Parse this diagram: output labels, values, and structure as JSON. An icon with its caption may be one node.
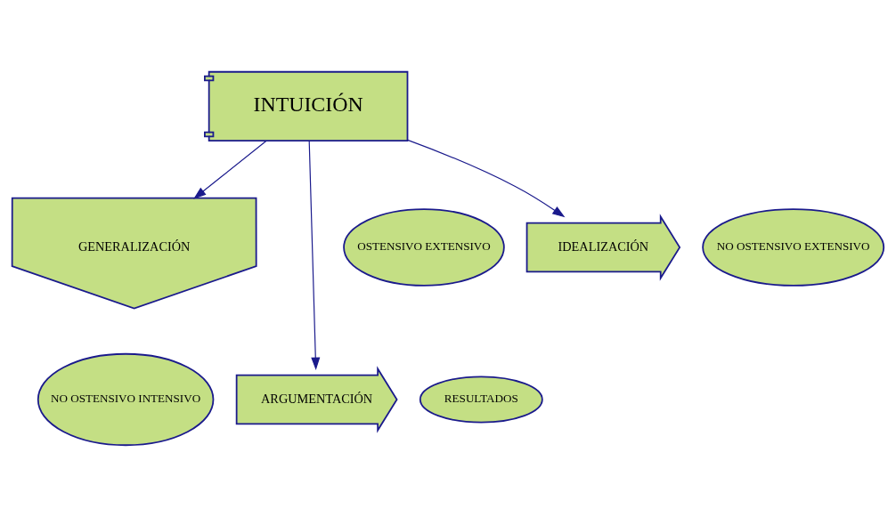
{
  "diagram": {
    "nodes": [
      {
        "text": [
          "INTUICIÓN"
        ]
      },
      {
        "text": [
          "OSTENSIVO EXTENSIVO"
        ]
      },
      {
        "text": [
          "IDEALIZACIÓN"
        ]
      },
      {
        "text": [
          "NO OSTENSIVO EXTENSIVO"
        ]
      },
      {
        "text": [
          "GENERALIZACIÓN"
        ]
      },
      {
        "text": [
          "NO OSTENSIVO INTENSIVO"
        ]
      },
      {
        "text": [
          "ARGUMENTACIÓN"
        ]
      },
      {
        "text": [
          "RESULTADOS"
        ]
      }
    ],
    "edges": [
      {
        "from": 0,
        "to": 2,
        "arrow": "to"
      },
      {
        "from": 0,
        "to": 4,
        "arrow": "to"
      },
      {
        "from": 0,
        "to": 6,
        "arrow": "to"
      }
    ]
  }
}
